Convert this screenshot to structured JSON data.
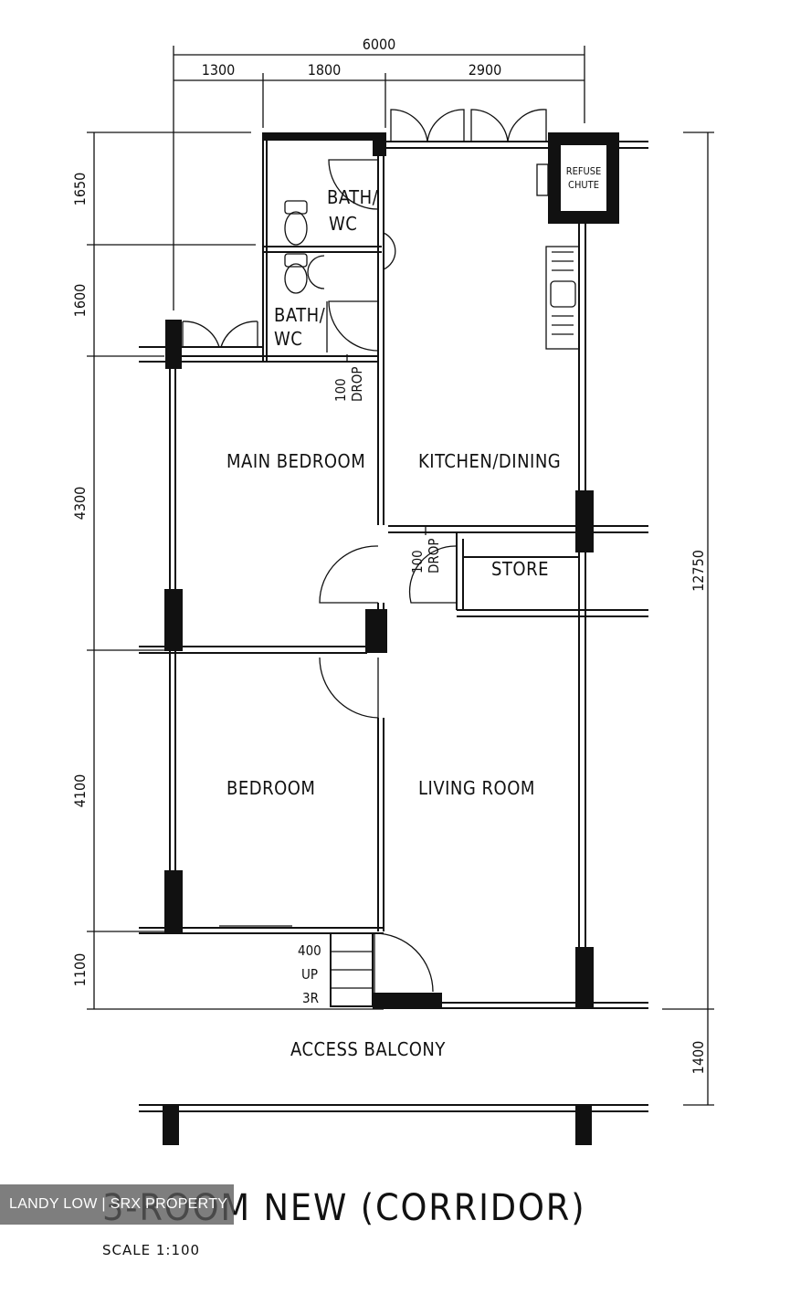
{
  "dimensions": {
    "total_width": "6000",
    "widths": [
      "1300",
      "1800",
      "2900"
    ],
    "heights": [
      "1650",
      "1600",
      "4300",
      "4100",
      "1100",
      "1400"
    ],
    "total_height": "12750"
  },
  "rooms": {
    "bath_1": [
      "BATH/",
      "WC"
    ],
    "bath_2": [
      "BATH/",
      "WC"
    ],
    "main_bedroom": "MAIN BEDROOM",
    "kitchen_dining": "KITCHEN/DINING",
    "store": "STORE",
    "bedroom": "BEDROOM",
    "living_room": "LIVING ROOM",
    "access_balcony": "ACCESS BALCONY",
    "refuse_chute": [
      "REFUSE",
      "CHUTE"
    ]
  },
  "notes": {
    "drop_1": [
      "100",
      "DROP"
    ],
    "drop_2": [
      "100",
      "DROP"
    ],
    "step": [
      "400",
      "UP",
      "3R"
    ]
  },
  "title": "3-ROOM NEW (CORRIDOR)",
  "scale": "SCALE   1:100",
  "watermark": "LANDY LOW | SRX PROPERTY"
}
